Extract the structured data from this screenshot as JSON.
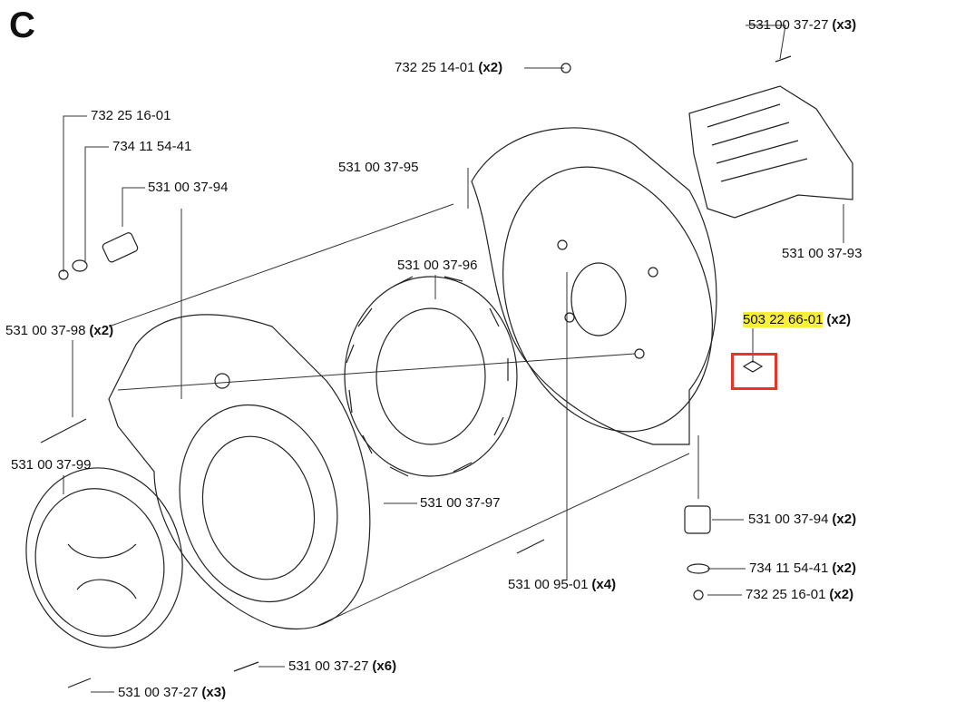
{
  "section_letter": "C",
  "highlight_color": "#f7ef3a",
  "selection_box_color": "#e8352b",
  "parts": [
    {
      "id": "p1",
      "number": "531 00 37-27",
      "qty": "(x3)"
    },
    {
      "id": "p2",
      "number": "732 25 14-01",
      "qty": "(x2)"
    },
    {
      "id": "p3",
      "number": "732 25 16-01",
      "qty": ""
    },
    {
      "id": "p4",
      "number": "734 11 54-41",
      "qty": ""
    },
    {
      "id": "p5",
      "number": "531 00 37-94",
      "qty": ""
    },
    {
      "id": "p6",
      "number": "531 00 37-95",
      "qty": ""
    },
    {
      "id": "p7",
      "number": "531 00 37-93",
      "qty": ""
    },
    {
      "id": "p8",
      "number": "531 00 37-96",
      "qty": ""
    },
    {
      "id": "p9",
      "number": "503 22 66-01",
      "qty": "(x2)",
      "highlighted": true
    },
    {
      "id": "p10",
      "number": "531 00 37-98",
      "qty": "(x2)"
    },
    {
      "id": "p11",
      "number": "531 00 37-99",
      "qty": ""
    },
    {
      "id": "p12",
      "number": "531 00 37-97",
      "qty": ""
    },
    {
      "id": "p13",
      "number": "531 00 37-94",
      "qty": "(x2)"
    },
    {
      "id": "p14",
      "number": "734 11 54-41",
      "qty": "(x2)"
    },
    {
      "id": "p15",
      "number": "732 25 16-01",
      "qty": "(x2)"
    },
    {
      "id": "p16",
      "number": "531 00 95-01",
      "qty": "(x4)"
    },
    {
      "id": "p17",
      "number": "531 00 37-27",
      "qty": "(x6)"
    },
    {
      "id": "p18",
      "number": "531 00 37-27",
      "qty": "(x3)"
    }
  ]
}
